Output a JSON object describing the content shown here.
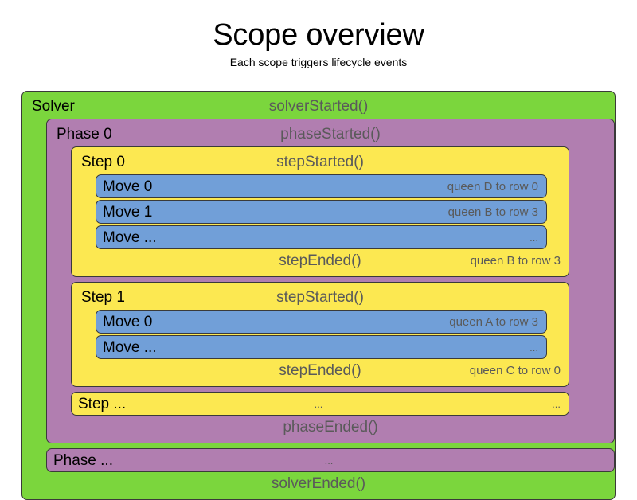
{
  "header": {
    "title": "Scope overview",
    "subtitle": "Each scope triggers lifecycle events"
  },
  "colors": {
    "solver": "#7BD63D",
    "phase": "#B17EB0",
    "step": "#FCE851",
    "move": "#719FD8",
    "border": "#3A3A3A",
    "event_text": "#5A5A5A",
    "name_text": "#000000",
    "background": "#FFFFFF"
  },
  "solver": {
    "name": "Solver",
    "started_event": "solverStarted()",
    "ended_event": "solverEnded()",
    "phases": [
      {
        "name": "Phase 0",
        "started_event": "phaseStarted()",
        "ended_event": "phaseEnded()",
        "steps": [
          {
            "name": "Step 0",
            "started_event": "stepStarted()",
            "ended_event": "stepEnded()",
            "ended_value": "queen B to row 3",
            "moves": [
              {
                "name": "Move 0",
                "value": "queen D to row 0"
              },
              {
                "name": "Move 1",
                "value": "queen B to row 3"
              },
              {
                "name": "Move ...",
                "value": "..."
              }
            ]
          },
          {
            "name": "Step 1",
            "started_event": "stepStarted()",
            "ended_event": "stepEnded()",
            "ended_value": "queen C to row 0",
            "moves": [
              {
                "name": "Move 0",
                "value": "queen A to row 3"
              },
              {
                "name": "Move ...",
                "value": "..."
              }
            ]
          }
        ],
        "last_step": {
          "name": "Step ...",
          "started_event": "...",
          "value": "..."
        }
      }
    ],
    "last_phase": {
      "name": "Phase ...",
      "started_event": "..."
    }
  }
}
